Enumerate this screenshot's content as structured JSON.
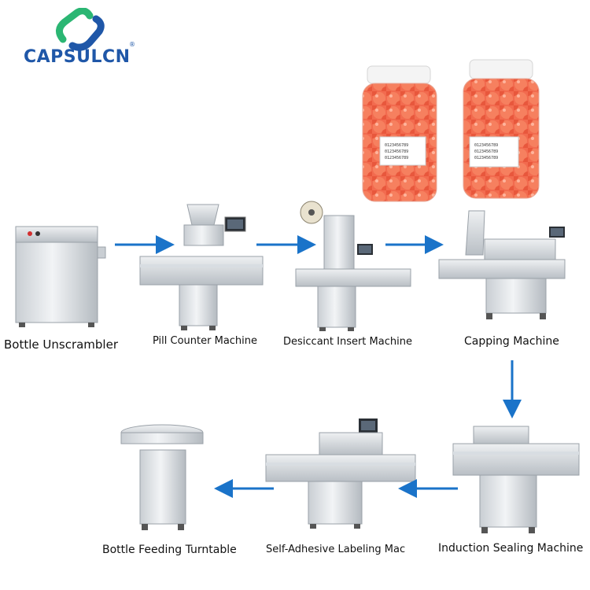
{
  "brand": {
    "name": "CAPSULCN",
    "reg_mark": "®",
    "colors": {
      "blue": "#1f57a8",
      "green": "#2bb673",
      "arrow": "#1a73c9"
    }
  },
  "product": {
    "label_lines": [
      "0123456789",
      "0123456789",
      "0123456789"
    ]
  },
  "steps": [
    {
      "label": "Bottle Unscrambler"
    },
    {
      "label": "Pill Counter Machine"
    },
    {
      "label": "Desiccant Insert Machine"
    },
    {
      "label": "Capping Machine"
    },
    {
      "label": "Induction Sealing Machine"
    },
    {
      "label": "Self-Adhesive Labeling Mac"
    },
    {
      "label": "Bottle Feeding Turntable"
    }
  ]
}
